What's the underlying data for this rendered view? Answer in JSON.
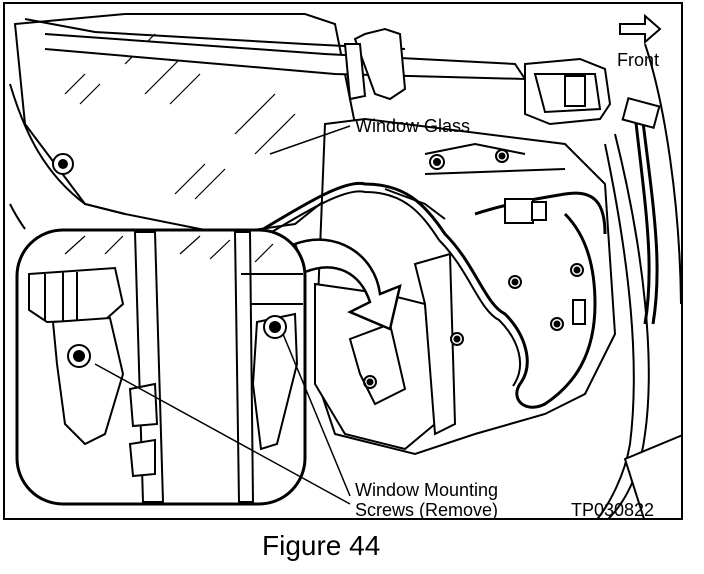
{
  "figure": {
    "caption": "Figure 44",
    "direction_label": "Front",
    "callouts": {
      "window_glass": "Window Glass",
      "screws_line1": "Window Mounting",
      "screws_line2": "Screws (Remove)"
    },
    "reference_code": "TP030822"
  },
  "colors": {
    "ink": "#000000",
    "paper": "#ffffff"
  }
}
